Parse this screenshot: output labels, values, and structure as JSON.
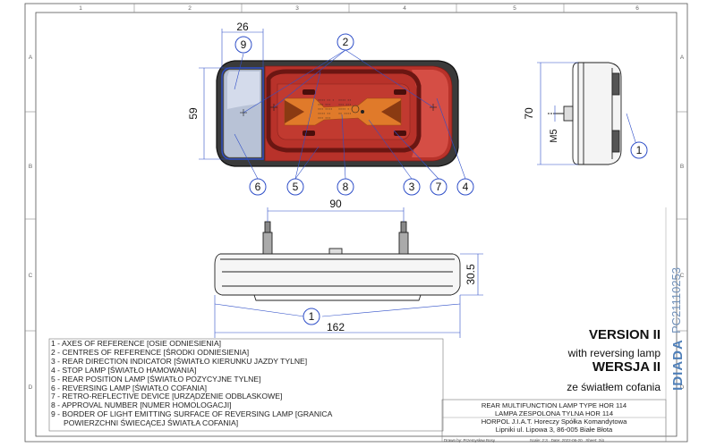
{
  "frame": {
    "col_numbers": [
      "1",
      "2",
      "3",
      "4",
      "5",
      "6"
    ],
    "row_letters_left": [
      "A",
      "B",
      "C",
      "D"
    ],
    "row_letters_right": [
      "A",
      "B",
      "C",
      "D"
    ]
  },
  "dimensions": {
    "width_26": "26",
    "height_59": "59",
    "height_70": "70",
    "thread_m5": "M5",
    "spacing_90": "90",
    "depth_30_5": "30.5",
    "length_162": "162"
  },
  "callouts": {
    "c1_side": "1",
    "c1_bottom": "1",
    "c2": "2",
    "c3": "3",
    "c4": "4",
    "c5": "5",
    "c6": "6",
    "c7": "7",
    "c8": "8",
    "c9": "9"
  },
  "legend": [
    "1 - AXES OF REFERENCE [OSIE ODNIESIENIA]",
    "2 - CENTRES OF REFERENCE [ŚRODKI ODNIESIENIA]",
    "3 - REAR DIRECTION INDICATOR [ŚWIATŁO KIERUNKU JAZDY TYLNE]",
    "4 - STOP LAMP [ŚWIATŁO HAMOWANIA]",
    "5 - REAR POSITION LAMP [ŚWIATŁO POZYCYJNE TYLNE]",
    "6 - REVERSING LAMP [ŚWIATŁO COFANIA]",
    "7 - RETRO-REFLECTIVE DEVICE [URZĄDZENIE ODBLASKOWE]",
    "8 - APPROVAL NUMBER [NUMER HOMOLOGACJI]",
    "9 - BORDER OF LIGHT EMITTING SURFACE OF REVERSING LAMP [GRANICA",
    "POWIERZCHNI ŚWIECĄCEJ ŚWIATŁA COFANIA]"
  ],
  "version": {
    "en_title": "VERSION II",
    "en_sub": "with reversing lamp",
    "pl_title": "WERSJA II",
    "pl_sub": "ze światłem cofania"
  },
  "title_block": {
    "line1": "REAR MULTIFUNCTION LAMP TYPE HOR 114",
    "line2": "LAMPA ZESPOLONA TYLNA HOR 114",
    "line3": "HORPOL J.I.A.T. Horeczy  Spółka Komandytowa",
    "line4": "Lipniki ul. Lipowa 3, 86-005 Białe Błota",
    "drawn_by": "Drawn by: Przemysław Bosy",
    "scale": "Scale: 2:3",
    "date": "Date: 2022-06-20",
    "sheet": "Sheet: 2/4"
  },
  "side_code": "PC21110253",
  "brand": "IDIADA",
  "colors": {
    "lamp_red": "#b8322a",
    "lamp_red_light": "#d9544a",
    "reflector_orange": "#e07a2a",
    "reverse_lens": "#b8c2d6",
    "reverse_border": "#2f4fc8",
    "callout_blue": "#2f4fc8",
    "line_dark": "#222222"
  }
}
